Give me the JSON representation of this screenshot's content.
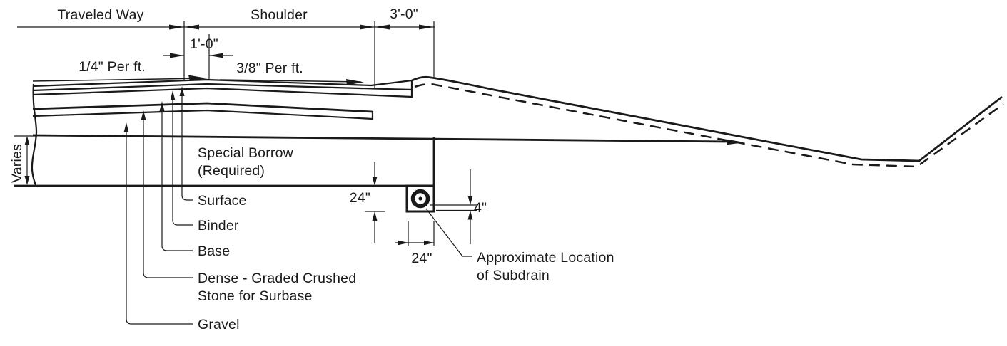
{
  "title": "Roadway shoulder typical cross-section detail",
  "labels": {
    "traveled_way": "Traveled Way",
    "shoulder": "Shoulder",
    "dim_3ft": "3'-0\"",
    "dim_1ft": "1'-0\"",
    "slope_traveled_way": "1/4\" Per ft.",
    "slope_shoulder": "3/8\" Per ft.",
    "varies": "Varies",
    "special_borrow_line1": "Special Borrow",
    "special_borrow_line2": "(Required)",
    "layer_surface": "Surface",
    "layer_binder": "Binder",
    "layer_base": "Base",
    "layer_dense_line1": "Dense - Graded Crushed",
    "layer_dense_line2": "Stone for Surbase",
    "layer_gravel": "Gravel",
    "subdrain_depth": "24\"",
    "subdrain_width": "24\"",
    "subdrain_pipe_offset": "4\"",
    "subdrain_label_line1": "Approximate Location",
    "subdrain_label_line2": "of Subdrain"
  },
  "colors": {
    "line": "#1a1a1a",
    "background": "#ffffff"
  }
}
